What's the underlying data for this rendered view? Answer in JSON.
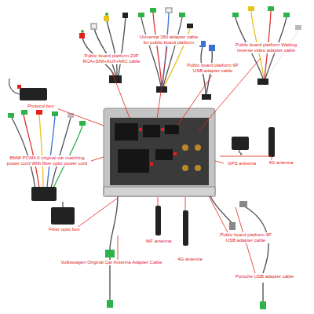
{
  "diagram": {
    "labels": [
      "Universal 360 adapter cable for public board platform",
      "Public board platform Waiting reverse video adapter cable",
      "Public board platform 20P RCA+SIM+AUX+MIC cable",
      "Public board platform 6P USB adapter cable",
      "Protocol box",
      "BMW PCM4.0 original car matching power cord With fiber optic power cord",
      "GPS antenna",
      "4G antenna",
      "Fiber optic box",
      "Public board platform 4P USB adapter cable",
      "WF antenna",
      "4G antenna",
      "Volkswagen Original Car Antenna Adapter Cable",
      "Porsche USB adapter cable"
    ]
  }
}
